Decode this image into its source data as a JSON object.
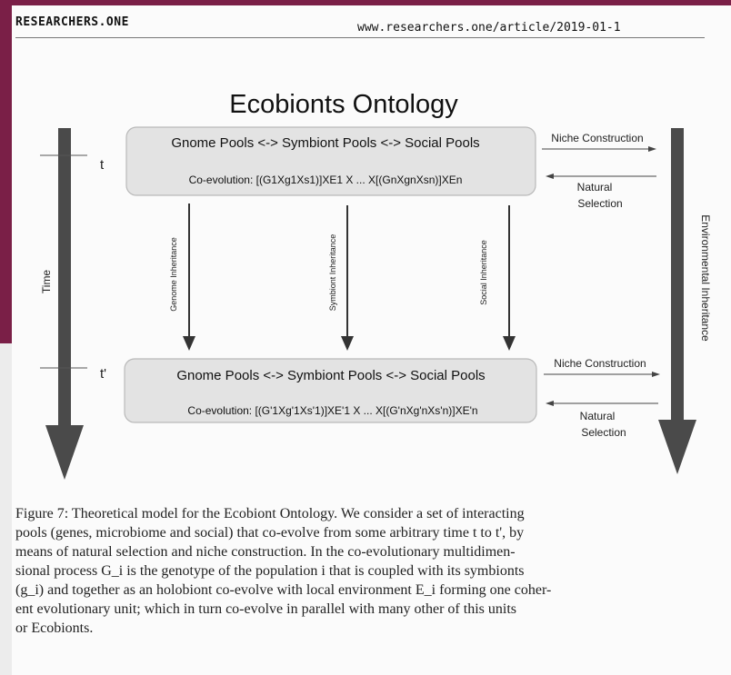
{
  "header": {
    "brand": "RESEARCHERS.ONE",
    "url": "www.researchers.one/article/2019-01-1"
  },
  "figure": {
    "title": "Ecobionts Ontology",
    "time_label": "Time",
    "env_label": "Environmental Inheritance",
    "t_top": "t",
    "t_bottom": "t'",
    "top_box": {
      "line1": "Gnome Pools <-> Symbiont Pools <-> Social Pools",
      "line2": "Co-evolution: [(G1Xg1Xs1)]XE1 X ... X[(GnXgnXsn)]XEn"
    },
    "bottom_box": {
      "line1": "Gnome Pools <-> Symbiont Pools <-> Social Pools",
      "line2": "Co-evolution: [(G'1Xg'1Xs'1)]XE'1 X ... X[(G'nXg'nXs'n)]XE'n"
    },
    "inheritance": {
      "genome": "Genome Inheritance",
      "symbiont": "Symbiont Inheritance",
      "social": "Social Inheritance"
    },
    "top_niche": "Niche Construction",
    "top_selection_1": "Natural",
    "top_selection_2": "Selection",
    "bottom_niche": "Niche Construction",
    "bottom_selection_1": "Natural",
    "bottom_selection_2": "Selection"
  },
  "caption": {
    "lines": [
      "Figure 7: Theoretical model for the Ecobiont Ontology. We consider a set of interacting",
      "pools (genes, microbiome and social) that co-evolve from some arbitrary time t to t', by",
      "means of natural selection and niche construction. In the co-evolutionary multidimen-",
      "sional process G_i is the genotype of the population i that is coupled with its symbionts",
      "(g_i) and together as an holobiont co-evolve with local environment E_i forming one coher-",
      "ent evolutionary unit; which in turn co-evolve in parallel with many other of this units",
      "or Ecobionts."
    ]
  },
  "colors": {
    "accent": "#7a1f47",
    "box_fill": "#e3e3e3",
    "arrow": "#4a4a4a"
  }
}
